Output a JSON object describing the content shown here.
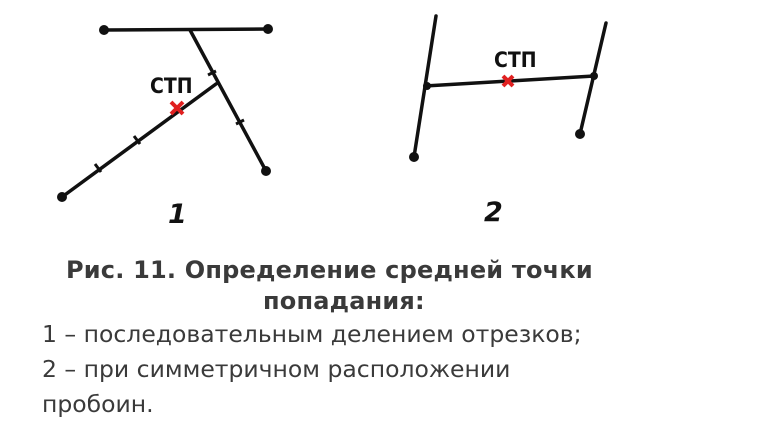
{
  "figure": {
    "diagram1": {
      "marker_label": "СТП",
      "number": "1"
    },
    "diagram2": {
      "marker_label": "СТП",
      "number": "2"
    },
    "colors": {
      "line": "#111111",
      "marker": "#e02020",
      "caption": "#3a3a3a"
    }
  },
  "caption": {
    "title_line1": "Рис. 11. Определение средней точки",
    "title_line2": "попадания:",
    "item1": "1 – последовательным делением отрезков;",
    "item2": "2 – при симметричном расположении",
    "item2_cont": "пробоин."
  }
}
